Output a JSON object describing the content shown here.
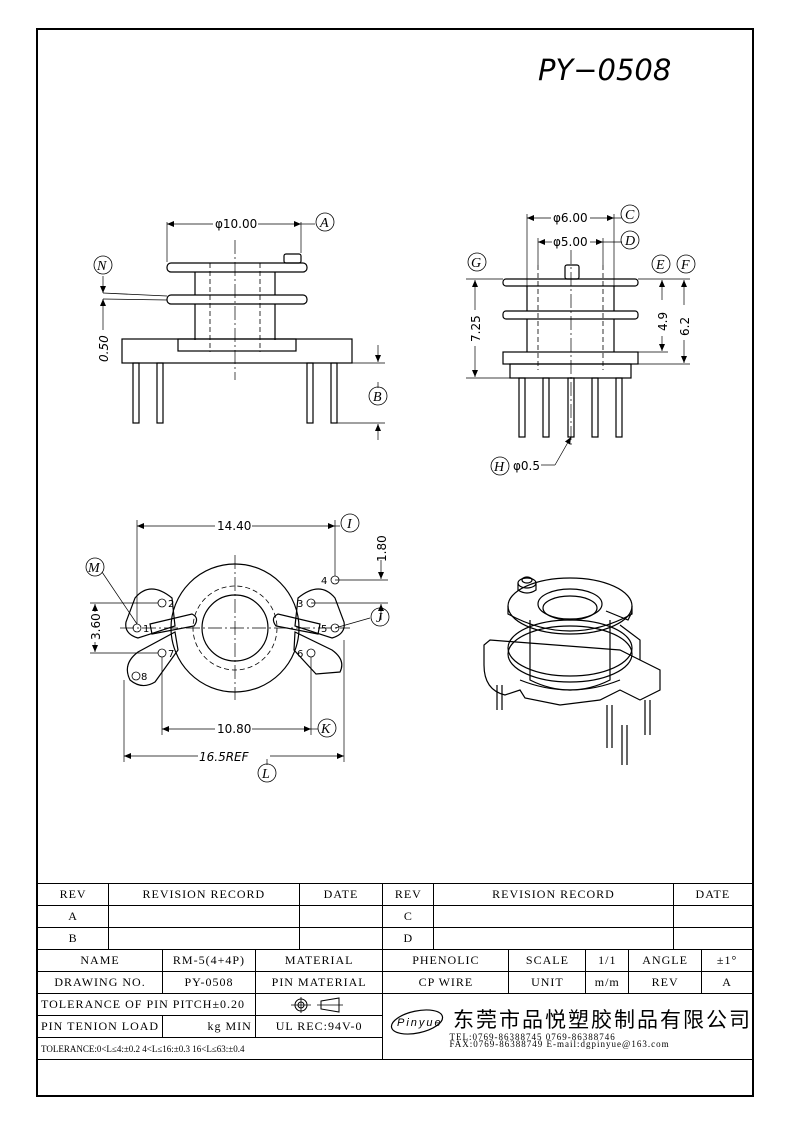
{
  "title": "PY−0508",
  "dimensions": {
    "top_dia": "φ10.00",
    "pin_h": "0.50",
    "d6": "φ6.00",
    "d5": "φ5.00",
    "h725": "7.25",
    "h49": "4.9",
    "h62": "6.2",
    "pin_dia": "φ0.5",
    "w1440": "14.40",
    "h180": "1.80",
    "h360": "3.60",
    "w1080": "10.80",
    "ref": "16.5REF"
  },
  "callouts": [
    "A",
    "B",
    "C",
    "D",
    "E",
    "F",
    "G",
    "H",
    "I",
    "J",
    "K",
    "L",
    "M",
    "N"
  ],
  "pins": [
    "1",
    "2",
    "3",
    "4",
    "5",
    "6",
    "7",
    "8"
  ],
  "table": {
    "rev_h": "REV",
    "record_h": "REVISION RECORD",
    "date_h": "DATE",
    "rev_a": "A",
    "rev_b": "B",
    "rev_c": "C",
    "rev_d": "D",
    "name_l": "NAME",
    "name_v": "RM-5(4+4P)",
    "material_l": "MATERIAL",
    "material_v": "PHENOLIC",
    "scale_l": "SCALE",
    "scale_v": "1/1",
    "angle_l": "ANGLE",
    "angle_v": "±1°",
    "drawing_l": "DRAWING NO.",
    "drawing_v": "PY-0508",
    "pin_material_l": "PIN MATERIAL",
    "pin_material_v": "CP WIRE",
    "unit_l": "UNIT",
    "unit_v": "m/m",
    "rev_l": "REV",
    "rev_v": "A",
    "tol_pitch": "TOLERANCE OF PIN PITCH±0.20",
    "pin_tension": "PIN TENION LOAD",
    "kg_min": "kg MIN",
    "ul": "UL REC:94V-0",
    "tol_range": "TOLERANCE:0<L≤4:±0.2  4<L≤16:±0.3  16<L≤63:±0.4",
    "logo": "Pinyue",
    "company": "东莞市品悦塑胶制品有限公司",
    "tel": "TEL:0769-86388745   0769-86388746",
    "fax": "FAX:0769-86388749   E-mail:dgpinyue@163.com"
  }
}
